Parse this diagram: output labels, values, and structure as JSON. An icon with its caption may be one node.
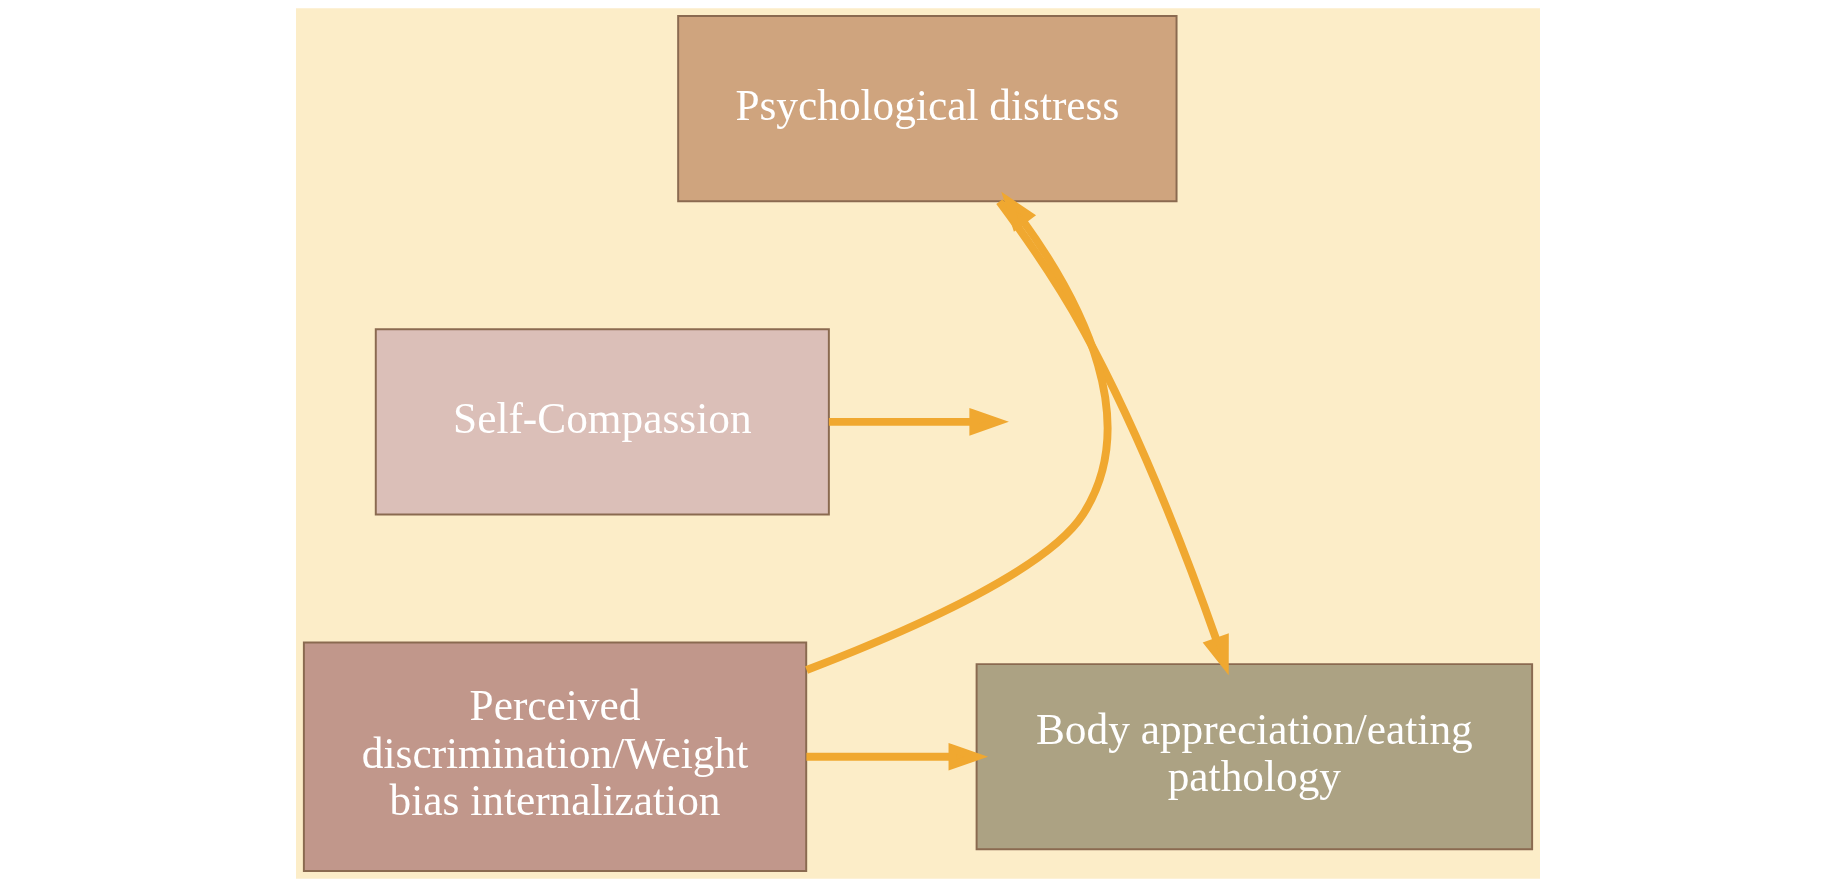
{
  "diagram": {
    "nodes": [
      {
        "text": [
          "Psychological distress"
        ]
      },
      {
        "text": [
          "Self-Compassion"
        ]
      },
      {
        "text": [
          "Perceived discrimination/Weight bias internalization"
        ]
      },
      {
        "text": [
          "Body appreciation/eating pathology"
        ]
      }
    ],
    "edges": [
      {
        "from": 2,
        "to": 0,
        "arrow": "to"
      },
      {
        "from": 0,
        "to": 3,
        "arrow": "to"
      },
      {
        "from": 1,
        "to": null,
        "arrow": "to"
      },
      {
        "from": 2,
        "to": 3,
        "arrow": "to"
      }
    ]
  }
}
